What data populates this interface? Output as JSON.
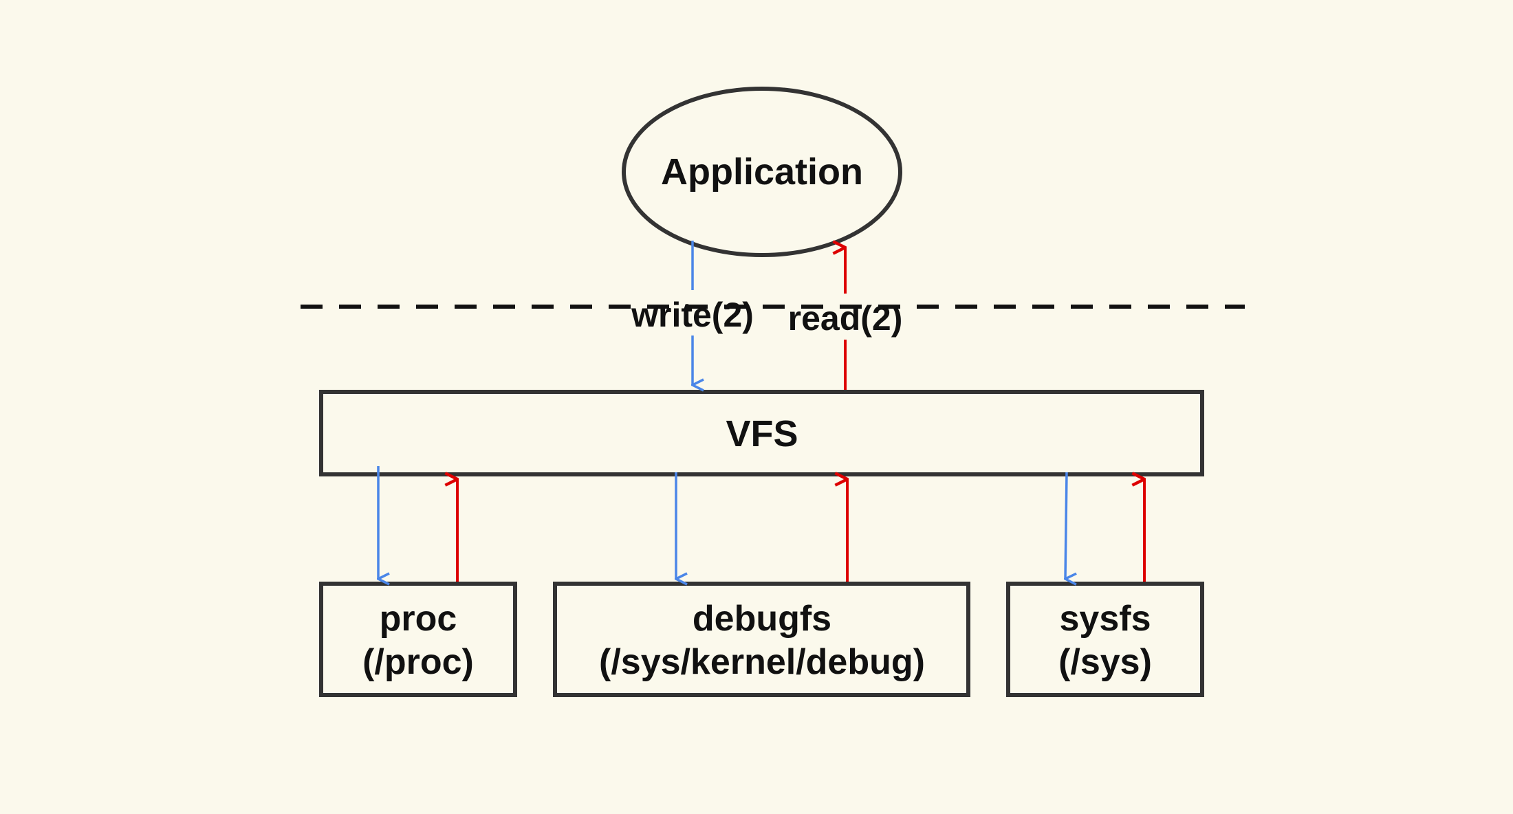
{
  "nodes": {
    "application": {
      "label": "Application"
    },
    "vfs": {
      "label": "VFS"
    },
    "proc": {
      "line1": "proc",
      "line2": "(/proc)"
    },
    "debugfs": {
      "line1": "debugfs",
      "line2": "(/sys/kernel/debug)"
    },
    "sysfs": {
      "line1": "sysfs",
      "line2": "(/sys)"
    }
  },
  "edges": {
    "write": {
      "label": "write(2)"
    },
    "read": {
      "label": "read(2)"
    }
  },
  "colors": {
    "background": "#fbf9ec",
    "stroke": "#333333",
    "write_arrow": "#4a86e8",
    "read_arrow": "#dd0000",
    "text": "#111111"
  }
}
